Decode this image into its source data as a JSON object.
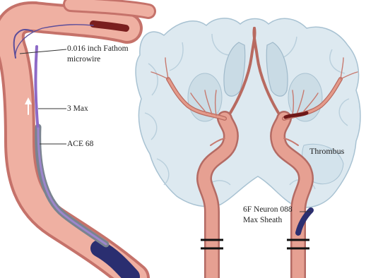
{
  "labels": {
    "microwire_line1": "0.016 inch Fathom",
    "microwire_line2": "microwire",
    "three_max": "3 Max",
    "ace68": "ACE 68",
    "thrombus": "Thrombus",
    "neuron_line1": "6F Neuron 088",
    "neuron_line2": "Max Sheath"
  },
  "colors": {
    "vessel_wall": "#c97a73",
    "vessel_lumen": "#e9a79b",
    "brain_tissue": "#dce9f0",
    "brain_outline": "#a9c3d3",
    "microwire": "#9b6cc9",
    "catheter_ace68": "#7d8895",
    "sheath": "#2b2f6e",
    "thrombus": "#7a1e1e"
  }
}
